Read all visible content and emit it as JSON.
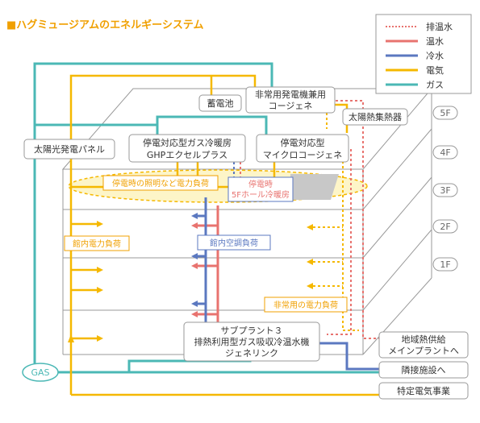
{
  "title": "■ハグミュージアムのエネルギーシステム",
  "legend": [
    {
      "label": "排温水",
      "color": "#e8736f",
      "style": "dotted"
    },
    {
      "label": "温水",
      "color": "#e8736f",
      "style": "solid"
    },
    {
      "label": "冷水",
      "color": "#5b78c0",
      "style": "solid"
    },
    {
      "label": "電気",
      "color": "#f5b800",
      "style": "solid"
    },
    {
      "label": "ガス",
      "color": "#4bb8b5",
      "style": "solid"
    }
  ],
  "floors": [
    "5F",
    "4F",
    "3F",
    "2F",
    "1F"
  ],
  "nodes": {
    "battery": "蓄電池",
    "cogen_emergency": [
      "非常用発電機兼用",
      "コージェネ"
    ],
    "solar_thermal": "太陽熱集熱器",
    "solar_panel": "太陽光発電パネル",
    "ghp": [
      "停電対応型ガス冷暖房",
      "GHPエクセルプラス"
    ],
    "micro_cogen": [
      "停電対応型",
      "マイクロコージェネ"
    ],
    "subplant": [
      "サブプラント３",
      "排熱利用型ガス吸収冷温水機",
      "ジェネリンク"
    ],
    "gas": "GAS",
    "district_heat": [
      "地域熱供給",
      "メインプラントへ"
    ],
    "neighbor": "隣接施設へ",
    "utility": "特定電気事業"
  },
  "labels": {
    "outage_load": "停電時の照明など電力負荷",
    "outage_hall": [
      "停電時",
      "5Fホール冷暖房"
    ],
    "building_power": "館内電力負荷",
    "building_hvac": "館内空調負荷",
    "emergency_power": "非常用の電力負荷"
  },
  "colors": {
    "title": "#f0a000",
    "exhaust_hot_water": "#e8736f",
    "hot_water": "#e8736f",
    "chilled_water": "#5b78c0",
    "electricity": "#f5b800",
    "gas": "#4bb8b5",
    "box_border": "#999999",
    "label_orange": "#f0a000",
    "label_pink": "#e8736f",
    "label_blue": "#5b78c0"
  }
}
